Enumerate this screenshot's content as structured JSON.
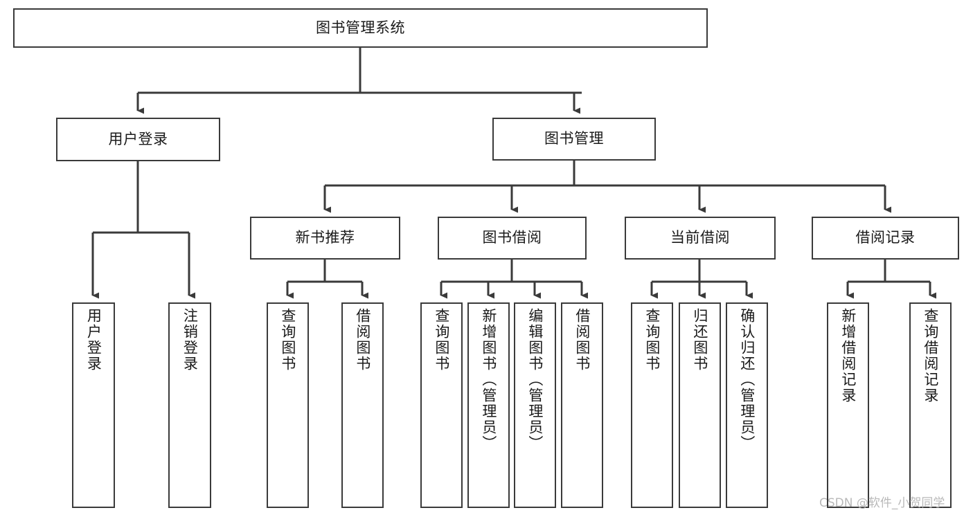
{
  "diagram": {
    "type": "tree-hierarchy",
    "orientation": "top-down",
    "title": "图书管理系统",
    "style": {
      "box_border_color": "#3a3a3a",
      "box_fill_color": "#ffffff",
      "connector_color": "#3a3a3a",
      "text_color": "#1a1a1a",
      "background_color": "#ffffff"
    }
  },
  "nodes": {
    "root": {
      "label": "图书管理系统"
    },
    "level2": [
      {
        "label": "用户登录"
      },
      {
        "label": "图书管理"
      }
    ],
    "level3": [
      {
        "label": "新书推荐"
      },
      {
        "label": "图书借阅"
      },
      {
        "label": "当前借阅"
      },
      {
        "label": "借阅记录"
      }
    ],
    "leaves": {
      "user_login": [
        {
          "label": "用户登录"
        },
        {
          "label": "注销登录"
        }
      ],
      "new_book_recommend": [
        {
          "label": "查询图书"
        },
        {
          "label": "借阅图书"
        }
      ],
      "book_borrow": [
        {
          "label": "查询图书"
        },
        {
          "label": "新增图书（管理员）"
        },
        {
          "label": "编辑图书（管理员）"
        },
        {
          "label": "借阅图书"
        }
      ],
      "current_borrow": [
        {
          "label": "查询图书"
        },
        {
          "label": "归还图书"
        },
        {
          "label": "确认归还（管理员）"
        }
      ],
      "borrow_record": [
        {
          "label": "新增借阅记录"
        },
        {
          "label": "查询借阅记录"
        }
      ]
    }
  },
  "watermark": {
    "text": "CSDN @软件_小贺同学"
  }
}
